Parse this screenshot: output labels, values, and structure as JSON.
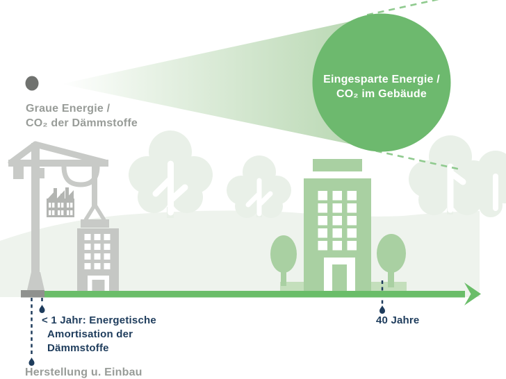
{
  "labels": {
    "gray_source": {
      "line1": "Graue Energie /",
      "line2": "CO₂ der Dämmstoffe"
    },
    "saved_energy": {
      "line1": "Eingesparte Energie /",
      "line2": "CO₂ im Gebäude"
    },
    "amortisation": {
      "line1": "< 1 Jahr: Energetische",
      "line2": "Amortisation der",
      "line3": "Dämmstoffe"
    },
    "forty_years": "40 Jahre",
    "production": "Herstellung u. Einbau"
  },
  "colors": {
    "accent_green": "#6db96e",
    "building_green": "#a9d0a2",
    "platform_green": "#c4dfbc",
    "background_green": "#e9f0e8",
    "hill_green": "#eef3ed",
    "timeline_green": "#6abd69",
    "dashed_green": "#8fca8e",
    "navy": "#1e3c5c",
    "text_gray": "#989c98",
    "crane_gray": "#c8cac7",
    "factory_gray": "#b3b5b2",
    "base_gray": "#8f918e",
    "dot_gray": "#70726f"
  }
}
